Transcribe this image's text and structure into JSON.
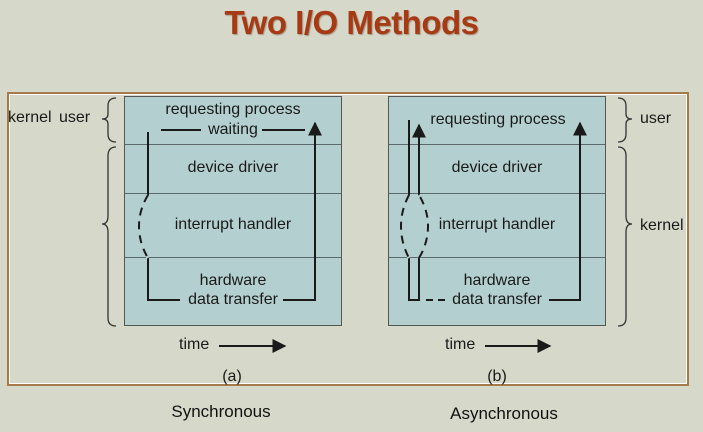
{
  "title": "Two I/O Methods",
  "side_labels": {
    "left_kernel": "kernel",
    "left_user": "user",
    "right_user": "user",
    "right_kernel": "kernel"
  },
  "sync_panel": {
    "requesting_process": "requesting process",
    "waiting": "waiting",
    "device_driver": "device driver",
    "interrupt_handler": "interrupt handler",
    "hardware": "hardware",
    "data_transfer": "data transfer",
    "time": "time",
    "label": "(a)",
    "caption": "Synchronous"
  },
  "async_panel": {
    "requesting_process": "requesting process",
    "device_driver": "device driver",
    "interrupt_handler": "interrupt handler",
    "hardware": "hardware",
    "data_transfer": "data transfer",
    "time": "time",
    "label": "(b)",
    "caption": "Asynchronous"
  }
}
